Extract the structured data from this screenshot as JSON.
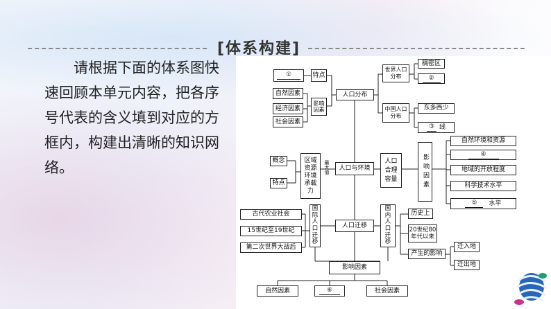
{
  "header": {
    "title": "[体系构建]"
  },
  "intro": {
    "lines": [
      "请根据下面的体系图快",
      "速回顾本单元内容，把各序",
      "号代表的含义填到对应的方",
      "框内，构建出清晰的知识网",
      "络。"
    ]
  },
  "diagram": {
    "blank1": "①",
    "tedian": "特点",
    "renkou_fenbu": "人口分布",
    "shijie_fenbu": "世界人口分布",
    "choumi": "稠密区",
    "blank2": "②",
    "ziran1": "自然因素",
    "jingji": "经济因素",
    "shehui1": "社会因素",
    "yingxiang_yinsu1": "影响因素",
    "zhongguo_fenbu": "中国人口分布",
    "dongduo": "东多西少",
    "blank3": "③",
    "xian": "线",
    "gainian": "概念",
    "tedian2": "特点",
    "quyu": "区域资源环境承载力",
    "zui_da_zhi": "最大值",
    "renkou_huanjing": "人口与环境",
    "heli_rongliang": "人口合理容量",
    "yingxiang_yinsu2": "影响因素",
    "ziran_ziyuan": "自然环境和资源",
    "blank4": "④",
    "kaifang": "地域的开放程度",
    "keji": "科学技术水平",
    "blank5": "⑤",
    "shuiping": "水平",
    "gudai": "古代农业社会",
    "shiji": "15世纪至19世纪",
    "erzhan": "第二次世界大战后",
    "guoji_qianyi": "国际人口迁移",
    "renkou_qianyi": "人口迁移",
    "guonei_qianyi": "国内人口迁移",
    "lishi": "历史上",
    "niandai": "20世纪80年代以来",
    "chansheng": "产生的影响",
    "qianru": "迁入地",
    "qianchu": "迁出地",
    "yingxiang_yinsu3": "影响因素",
    "ziran3": "自然因素",
    "blank6": "⑥",
    "shehui3": "社会因素"
  },
  "icons": {
    "logo": "publisher-logo-icon"
  },
  "colors": {
    "line": "#222222",
    "dash": "#888888"
  }
}
